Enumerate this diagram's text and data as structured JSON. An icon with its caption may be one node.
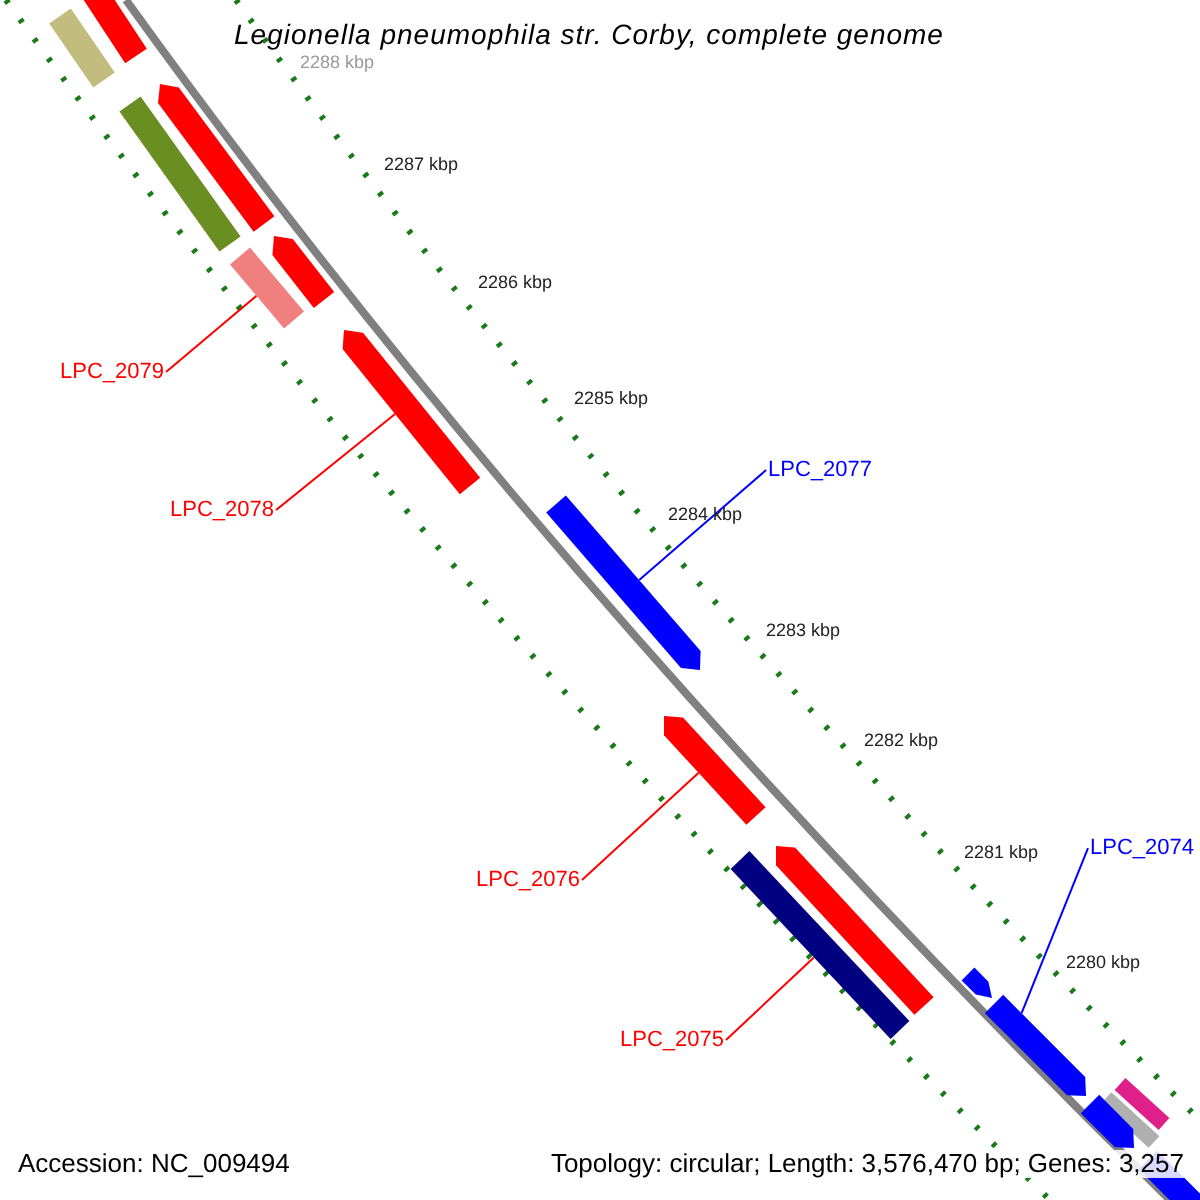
{
  "diagram": {
    "title": "Legionella pneumophila str. Corby, complete genome",
    "nodes": [
      {
        "text": [],
        "shape": "bar"
      },
      {
        "text": [],
        "shape": "bar"
      },
      {
        "text": [],
        "shape": "bar"
      },
      {
        "text": [],
        "shape": "bar"
      },
      {
        "text": [],
        "shape": "bar"
      },
      {
        "text": [],
        "shape": "bar"
      },
      {
        "text": [],
        "shape": "bar"
      },
      {
        "text": [
          "LPC_2079"
        ]
      },
      {
        "text": [
          "LPC_2077"
        ]
      },
      {
        "text": [
          "LPC_2078"
        ]
      },
      {
        "text": [],
        "shape": "bar"
      },
      {
        "text": [],
        "shape": "bar"
      },
      {
        "text": [
          "LPC_2074"
        ]
      },
      {
        "text": [],
        "shape": "bar"
      },
      {
        "text": [],
        "shape": "bar"
      },
      {
        "text": [
          "LPC_2076"
        ]
      },
      {
        "text": [],
        "shape": "bar"
      },
      {
        "text": [],
        "shape": "bar"
      },
      {
        "text": [
          "LPC_2075"
        ]
      },
      {
        "text": [],
        "shape": "bar"
      },
      {
        "text": [],
        "shape": "bar"
      },
      {
        "text": [],
        "shape": "bar"
      },
      {
        "text": [],
        "shape": "bar"
      }
    ],
    "edges": [
      {
        "from": 7,
        "to": 5,
        "arrow": "none"
      },
      {
        "from": 9,
        "to": 6,
        "arrow": "none"
      },
      {
        "from": 8,
        "to": 10,
        "arrow": "none",
        "color": "#0000ff"
      },
      {
        "from": 15,
        "to": 11,
        "arrow": "none"
      },
      {
        "from": 18,
        "to": 14,
        "arrow": "none"
      },
      {
        "from": 12,
        "to": 17,
        "arrow": "none",
        "color": "#0000ff"
      }
    ],
    "labels": [
      "2288 kbp",
      "2287 kbp",
      "2286 kbp",
      "2285 kbp",
      "2284 kbp",
      "2283 kbp",
      "2282 kbp",
      "2281 kbp",
      "2280 kbp",
      "Accession: NC_009494",
      "Topology: circular; Length: 3,576,470 bp; Genes: 3,257"
    ]
  }
}
